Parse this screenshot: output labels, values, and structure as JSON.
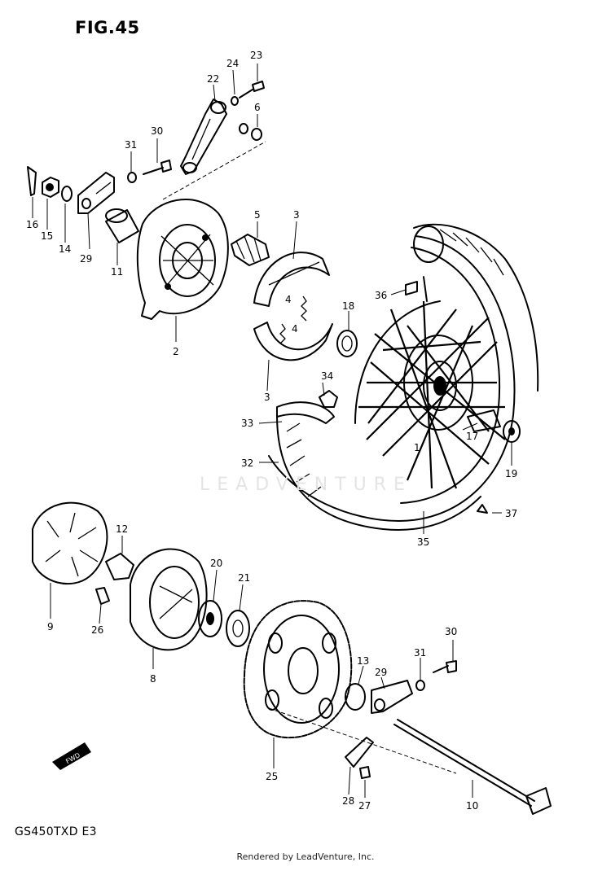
{
  "figure_title": "FIG.45",
  "model_code": "GS450TXD E3",
  "credit": "Rendered by LeadVenture, Inc.",
  "watermark": "LEADVENTURE",
  "arrow_label": "FWD",
  "callouts": [
    {
      "id": "c23",
      "label": "23"
    },
    {
      "id": "c24",
      "label": "24"
    },
    {
      "id": "c22",
      "label": "22"
    },
    {
      "id": "c6",
      "label": "6"
    },
    {
      "id": "c30a",
      "label": "30"
    },
    {
      "id": "c31a",
      "label": "31"
    },
    {
      "id": "c16",
      "label": "16"
    },
    {
      "id": "c15",
      "label": "15"
    },
    {
      "id": "c14",
      "label": "14"
    },
    {
      "id": "c29a",
      "label": "29"
    },
    {
      "id": "c11",
      "label": "11"
    },
    {
      "id": "c5",
      "label": "5"
    },
    {
      "id": "c3a",
      "label": "3"
    },
    {
      "id": "c4a",
      "label": "4"
    },
    {
      "id": "c4b",
      "label": "4"
    },
    {
      "id": "c3b",
      "label": "3"
    },
    {
      "id": "c2",
      "label": "2"
    },
    {
      "id": "c36",
      "label": "36"
    },
    {
      "id": "c18",
      "label": "18"
    },
    {
      "id": "c34",
      "label": "34"
    },
    {
      "id": "c33",
      "label": "33"
    },
    {
      "id": "c32",
      "label": "32"
    },
    {
      "id": "c17",
      "label": "17"
    },
    {
      "id": "c1",
      "label": "1"
    },
    {
      "id": "c19",
      "label": "19"
    },
    {
      "id": "c37",
      "label": "37"
    },
    {
      "id": "c35",
      "label": "35"
    },
    {
      "id": "c12",
      "label": "12"
    },
    {
      "id": "c20",
      "label": "20"
    },
    {
      "id": "c21",
      "label": "21"
    },
    {
      "id": "c9",
      "label": "9"
    },
    {
      "id": "c26",
      "label": "26"
    },
    {
      "id": "c8",
      "label": "8"
    },
    {
      "id": "c30b",
      "label": "30"
    },
    {
      "id": "c31b",
      "label": "31"
    },
    {
      "id": "c13",
      "label": "13"
    },
    {
      "id": "c29b",
      "label": "29"
    },
    {
      "id": "c25",
      "label": "25"
    },
    {
      "id": "c28",
      "label": "28"
    },
    {
      "id": "c27",
      "label": "27"
    },
    {
      "id": "c10",
      "label": "10"
    }
  ]
}
